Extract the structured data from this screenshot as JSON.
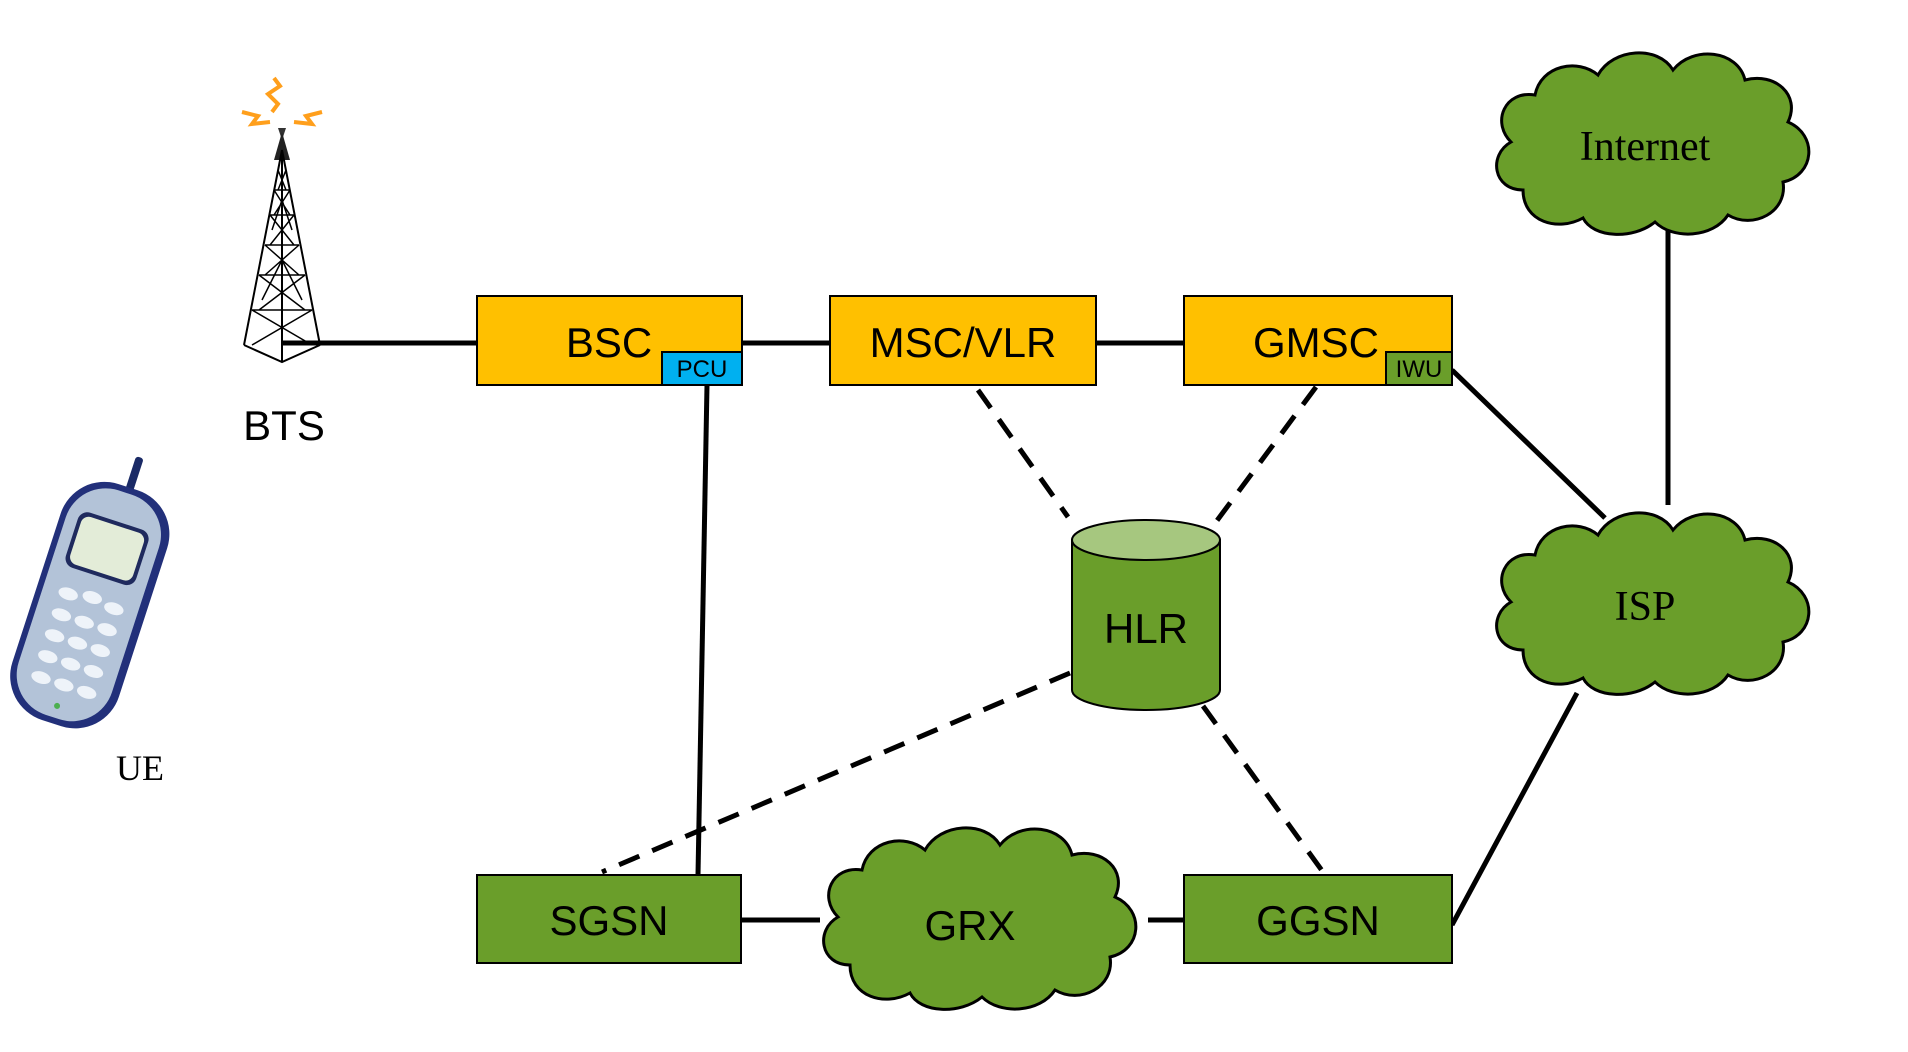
{
  "colors": {
    "orange": "#ffc000",
    "green": "#6a9e2a",
    "green_light": "#a6c77f",
    "blue": "#00b0f0",
    "line": "#000000"
  },
  "nodes": {
    "bts": "BTS",
    "ue": "UE",
    "bsc": "BSC",
    "pcu": "PCU",
    "msc_vlr": "MSC/VLR",
    "gmsc": "GMSC",
    "iwu": "IWU",
    "hlr": "HLR",
    "sgsn": "SGSN",
    "ggsn": "GGSN",
    "grx": "GRX",
    "isp": "ISP",
    "internet": "Internet"
  },
  "icons": {
    "tower": "radio-tower-icon",
    "phone": "mobile-phone-icon",
    "cloud": "cloud-icon"
  }
}
